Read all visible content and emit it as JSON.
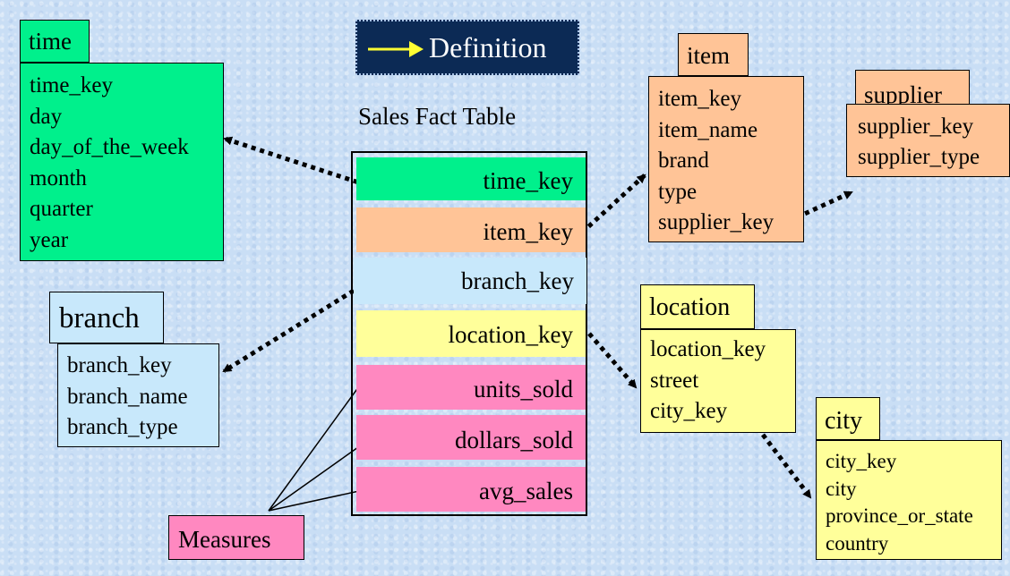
{
  "definition": {
    "label": "Definition"
  },
  "fact_table": {
    "title": "Sales Fact Table",
    "rows": [
      "time_key",
      "item_key",
      "branch_key",
      "location_key",
      "units_sold",
      "dollars_sold",
      "avg_sales"
    ]
  },
  "tables": {
    "time": {
      "title": "time",
      "fields": [
        "time_key",
        "day",
        "day_of_the_week",
        "month",
        "quarter",
        "year"
      ]
    },
    "item": {
      "title": "item",
      "fields": [
        "item_key",
        "item_name",
        "brand",
        "type",
        "supplier_key"
      ]
    },
    "supplier": {
      "title": "supplier",
      "fields": [
        "supplier_key",
        "supplier_type"
      ]
    },
    "branch": {
      "title": "branch",
      "fields": [
        "branch_key",
        "branch_name",
        "branch_type"
      ]
    },
    "location": {
      "title": "location",
      "fields": [
        "location_key",
        "street",
        "city_key"
      ]
    },
    "city": {
      "title": "city",
      "fields": [
        "city_key",
        "city",
        "province_or_state",
        "country"
      ]
    }
  },
  "measures": {
    "label": "Measures"
  },
  "colors": {
    "time": "#00f08c",
    "item": "#ffc497",
    "branch": "#c8e8fb",
    "location": "#ffff9a",
    "measures": "#ff88c0",
    "definition_bg": "#0c2a55"
  }
}
